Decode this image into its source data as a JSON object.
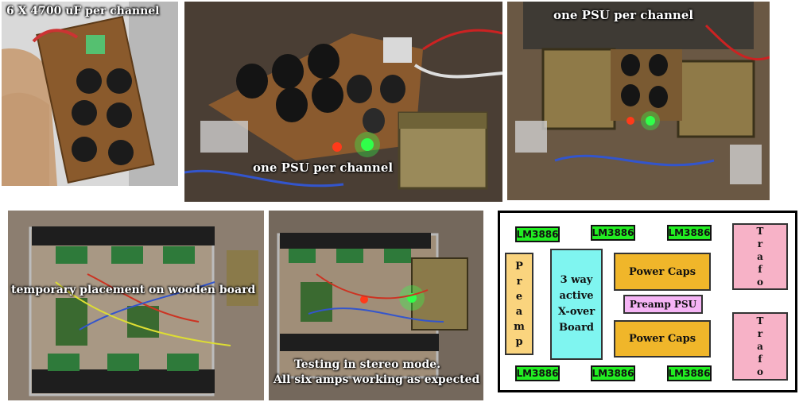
{
  "photos": {
    "p1": {
      "caption": "6 X 4700 uF per channel"
    },
    "p2": {
      "caption": "one PSU per channel"
    },
    "p3": {
      "caption": "one PSU per channel"
    },
    "p4": {
      "caption": "temporary placement on wooden board"
    },
    "p5": {
      "caption_line1": "Testing in stereo mode.",
      "caption_line2": "All six amps working as expected"
    }
  },
  "diagram": {
    "chip_label": "LM3886",
    "preamp_letters": [
      "P",
      "r",
      "e",
      "a",
      "m",
      "p"
    ],
    "xover_lines": [
      "3 way",
      "active",
      "X-over",
      "Board"
    ],
    "power_caps_top": "Power Caps",
    "power_caps_bottom": "Power Caps",
    "preamp_psu": "Preamp PSU",
    "trafo_letters": [
      "T",
      "r",
      "a",
      "f",
      "o"
    ],
    "colors": {
      "chip": "#22ee22",
      "preamp": "#fad47e",
      "xover": "#7ff5f0",
      "power_caps": "#f0b62a",
      "preamp_psu": "#f5b4f5",
      "trafo": "#f7b2c7"
    }
  }
}
